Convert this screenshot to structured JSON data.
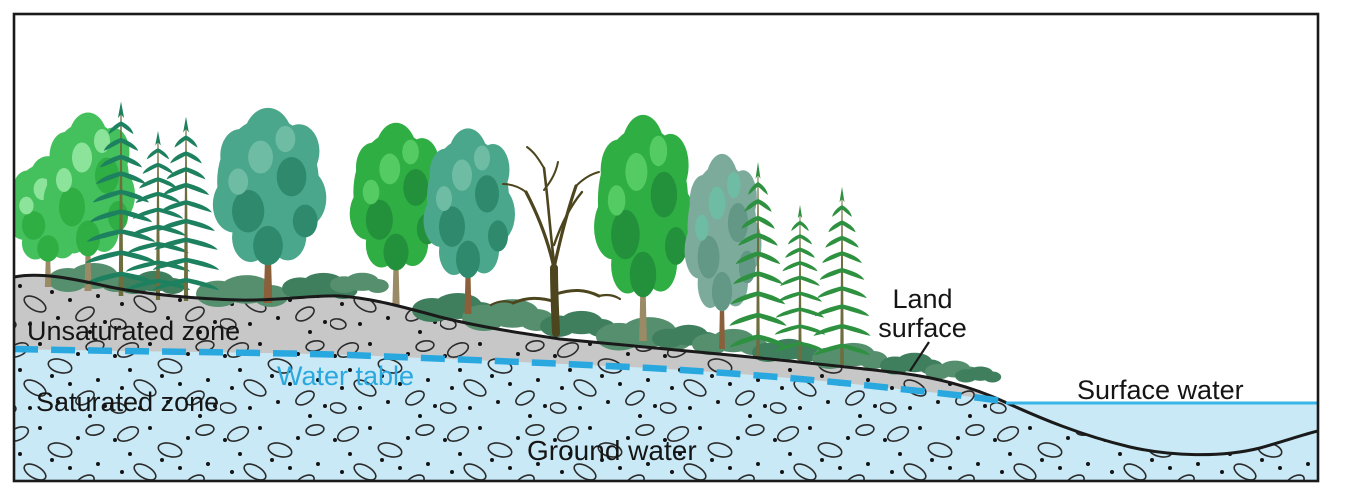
{
  "figure": {
    "type": "hydrogeology cross-section diagram",
    "labels": {
      "unsaturated_zone": "Unsaturated zone",
      "water_table": "Water table",
      "saturated_zone": "Saturated zone",
      "ground_water": "Ground water",
      "land_surface": "Land surface",
      "surface_water": "Surface water"
    }
  },
  "palette": {
    "ground-gray": "#c7c7c7",
    "water-blue": "#c9e9f6",
    "water-table-blue": "#29a8e0",
    "surface-line-cyan": "#38b5e6",
    "outline-ink": "#1a1a1a",
    "pebble-ink": "#2b2b2b",
    "leaf-light": "#44c05c",
    "leaf-light-hi": "#8ce39a",
    "leaf-green": "#2fae43",
    "leaf-green-hi": "#55cb64",
    "leaf-green-dk": "#23913b",
    "leaf-teal": "#4ba78b",
    "leaf-teal-dk": "#2f8a6d",
    "leaf-teal-hi": "#6fbca4",
    "leaf-sage": "#7cab9b",
    "leaf-sage-dk": "#639786",
    "conifer-dark": "#1d8160",
    "conifer-green": "#2e9140",
    "trunk-brown": "#8a5f3a",
    "trunk-olive": "#6d6d3e",
    "trunk-gray": "#9b8a66",
    "dead-tree": "#4c451e",
    "bush-green": "#568f6e",
    "bush-dark": "#3f7f5e"
  }
}
